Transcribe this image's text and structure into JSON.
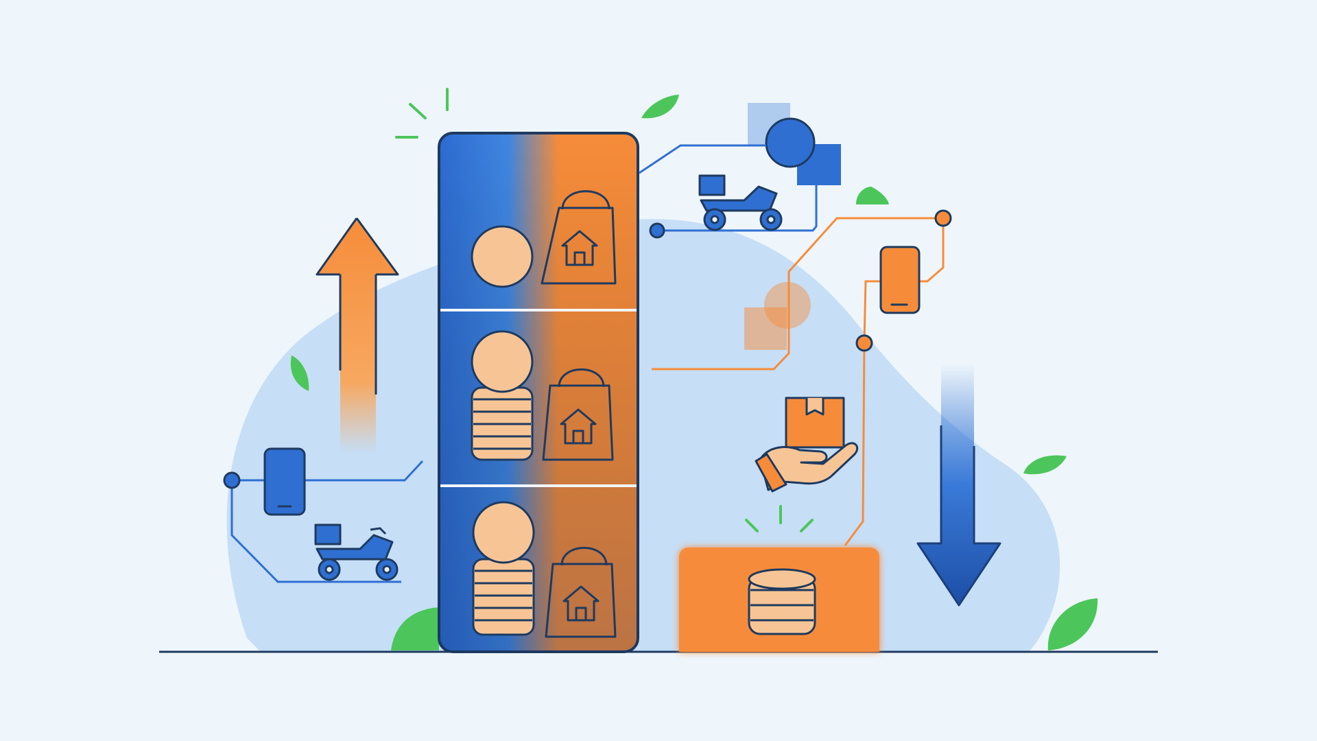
{
  "illustration": {
    "theme": "delivery-commerce-growth",
    "colors": {
      "background": "#eef6fb",
      "blob": "#c6def6",
      "blue": "#2f6fd1",
      "blue_dark": "#1c4fa6",
      "orange": "#f68c3a",
      "peach": "#f7c595",
      "outline": "#1e3a5f",
      "green": "#4cc65b",
      "glow_green": "#62e06b"
    },
    "icons": [
      "coin-icon",
      "coin-stack-icon",
      "shopping-bag-icon",
      "house-icon",
      "smartphone-icon",
      "motorcycle-icon",
      "delivery-box-icon",
      "package-icon",
      "hand-icon",
      "leaf-icon",
      "arrow-up-icon",
      "arrow-down-icon"
    ],
    "tower_levels": [
      {
        "coins": 1
      },
      {
        "coins": 6
      },
      {
        "coins": 7
      }
    ],
    "base_vault_coins": 4
  }
}
